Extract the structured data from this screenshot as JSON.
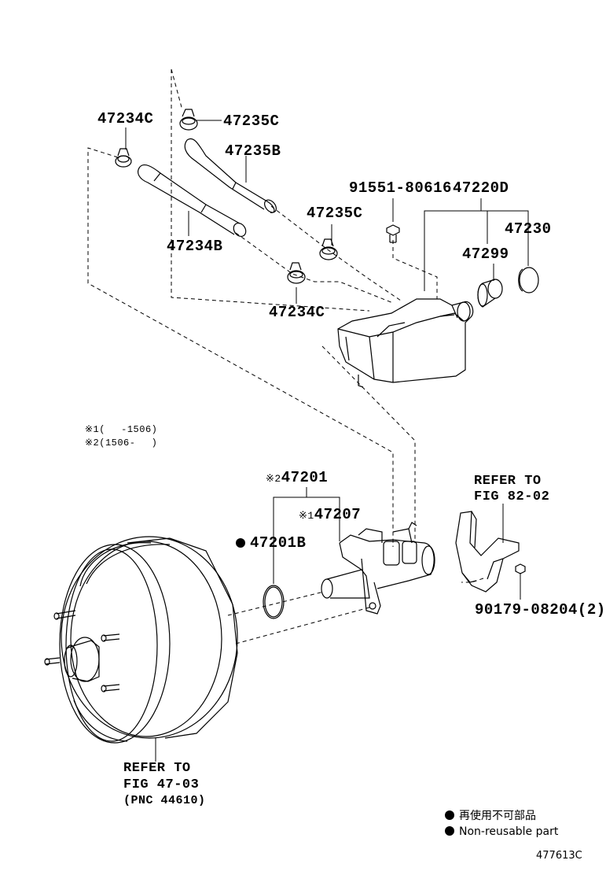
{
  "labels": {
    "p47234c_top": "47234C",
    "p47235c_top": "47235C",
    "p47235b": "47235B",
    "p47234b": "47234B",
    "p47235c_mid": "47235C",
    "p47234c_bot": "47234C",
    "p91551": "91551-80616",
    "p47220d": "47220D",
    "p47230": "47230",
    "p47299": "47299",
    "p47201": "47201",
    "p47207": "47207",
    "p47201b": "47201B",
    "p90179": "90179-08204(2)",
    "note1": "※1(　 -1506)",
    "note2": "※2(1506-　 )",
    "mark2": "※2",
    "mark1": "※1",
    "ref_fig82_line1": "REFER TO",
    "ref_fig82_line2": "FIG 82-02",
    "ref_fig47_line1": "REFER TO",
    "ref_fig47_line2": "FIG 47-03",
    "ref_fig47_line3": "(PNC 44610)"
  },
  "legend": {
    "jp": "再使用不可部品",
    "en": "Non-reusable part"
  },
  "figure_number": "477613C"
}
